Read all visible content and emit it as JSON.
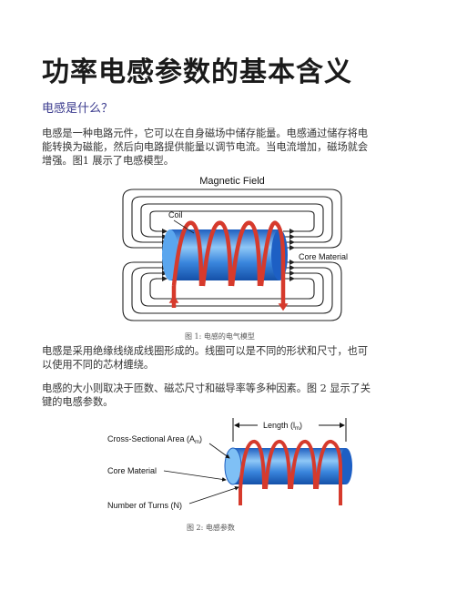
{
  "title": "功率电感参数的基本含义",
  "subtitle": "电感是什么？",
  "para1": [
    "电感是一种电路元件，它可以在自身磁场中储存能量。电感通过储存将电",
    "能转换为磁能，然后向电路提供能量以调节电流。当电流增加，磁场就会",
    "增强。图1 展示了电感模型。"
  ],
  "figure1": {
    "title": "Magnetic Field",
    "coil_label": "Coil",
    "core_label": "Core Material",
    "caption": "图 1: 电感的电气模型"
  },
  "para2": [
    "电感是采用绝缘线绕成线圈形成的。线圈可以是不同的形状和尺寸，也可",
    "以使用不同的芯材缠绕。"
  ],
  "para3": [
    "电感的大小则取决于匝数、磁芯尺寸和磁导率等多种因素。图  2 显示了关",
    "键的电感参数。"
  ],
  "figure2": {
    "length_label": "Length (l",
    "length_sub": "m",
    "area_label": "Cross-Sectional Area (A",
    "area_sub": "m",
    "core_label": "Core Material",
    "turns_label": "Number of Turns (N)",
    "caption": "图  2: 电感参数"
  },
  "colors": {
    "core_blue": "#1f6fd1",
    "core_light": "#7fc0f5",
    "coil_red": "#d63a2c",
    "field_line": "#222222"
  }
}
